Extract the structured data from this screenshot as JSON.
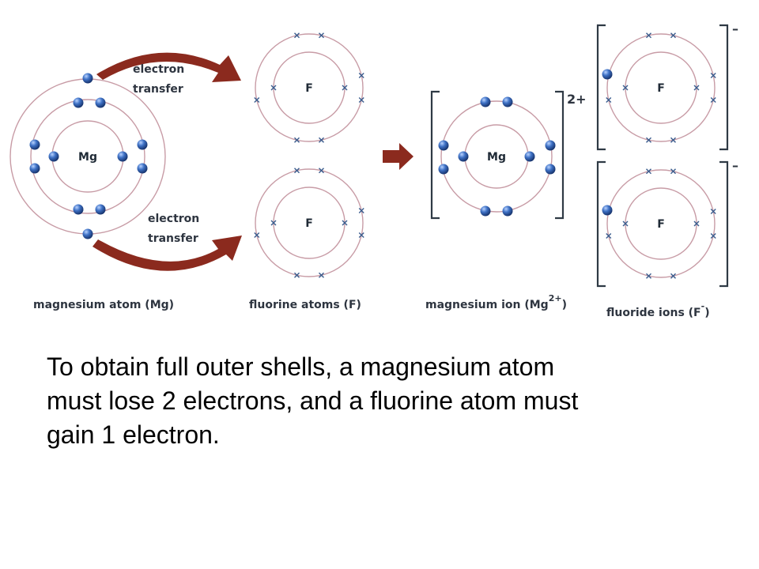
{
  "diagram": {
    "atoms": {
      "magnesium": "Mg",
      "fluorine": "F"
    },
    "transfer_labels": {
      "top": [
        "electron",
        "transfer"
      ],
      "bottom": [
        "electron",
        "transfer"
      ]
    },
    "captions": {
      "magnesium_atom": "magnesium atom (Mg)",
      "fluorine_atoms": "fluorine atoms (F)",
      "magnesium_ion_prefix": "magnesium ion (Mg",
      "magnesium_ion_superscript": "2+",
      "magnesium_ion_suffix": ")",
      "fluoride_ions_prefix": "fluoride ions (F",
      "fluoride_ions_superscript": "-",
      "fluoride_ions_suffix": ")"
    },
    "charges": {
      "magnesium_ion": "2+",
      "fluoride_ion": "–"
    },
    "colors": {
      "arrow": "#8b2a1e",
      "electron": "#2b57a6",
      "shell": "#c89ca6",
      "bracket": "#2f3a45"
    }
  },
  "text": {
    "lines": [
      "To obtain full outer shells, a magnesium atom",
      "must lose 2 electrons, and a fluorine atom must",
      "gain 1 electron."
    ]
  }
}
